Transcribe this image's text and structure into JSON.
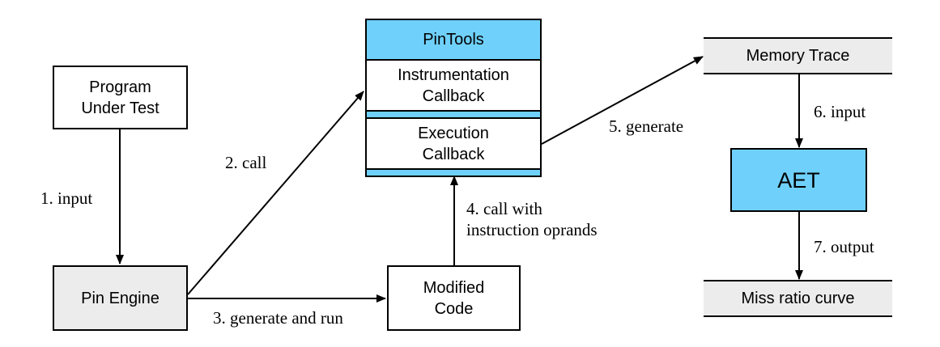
{
  "nodes": {
    "program_under_test": "Program\nUnder Test",
    "pin_engine": "Pin Engine",
    "modified_code": "Modified\nCode",
    "pintools": "PinTools",
    "instrumentation_callback": "Instrumentation\nCallback",
    "execution_callback": "Execution\nCallback",
    "memory_trace": "Memory Trace",
    "aet": "AET",
    "miss_ratio_curve": "Miss ratio curve"
  },
  "edges": {
    "input1": "1. input",
    "call2": "2. call",
    "generate_run3": "3. generate and run",
    "call_with4": "4. call with\ninstruction oprands",
    "generate5": "5. generate",
    "input6": "6. input",
    "output7": "7. output"
  },
  "colors": {
    "highlight": "#6fd1fb",
    "gray_fill": "#ececec"
  }
}
